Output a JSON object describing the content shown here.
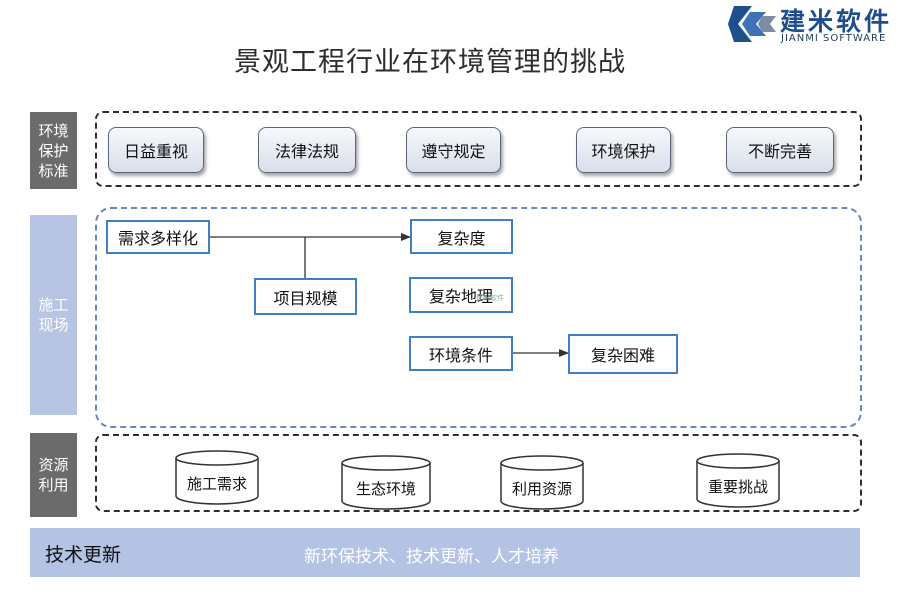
{
  "brand": {
    "name_cn": "建米软件",
    "name_en": "JIANMI SOFTWARE"
  },
  "title": "景观工程行业在环境管理的挑战",
  "sections": {
    "env_standards": {
      "label": "环境保护标准",
      "items": [
        "日益重视",
        "法律法规",
        "遵守规定",
        "环境保护",
        "不断完善"
      ]
    },
    "construction_site": {
      "label": "施工现场",
      "nodes": {
        "diverse_demand": "需求多样化",
        "complexity": "复杂度",
        "project_scale": "项目规模",
        "complex_geo": "复杂地理",
        "env_conditions": "环境条件",
        "complex_difficulty": "复杂困难"
      }
    },
    "resource_use": {
      "label": "资源利用",
      "items": [
        "施工需求",
        "生态环境",
        "利用资源",
        "重要挑战"
      ]
    }
  },
  "footer": {
    "label": "技术更新",
    "text": "新环保技术、技术更新、人才培养"
  },
  "watermark": "建米软件",
  "colors": {
    "brand": "#1f4e8c",
    "side_gray": "#6b6b6b",
    "side_blue": "#b7c4e4",
    "box_border": "#3f7fc4",
    "footer_bg": "#b4c2e3"
  }
}
